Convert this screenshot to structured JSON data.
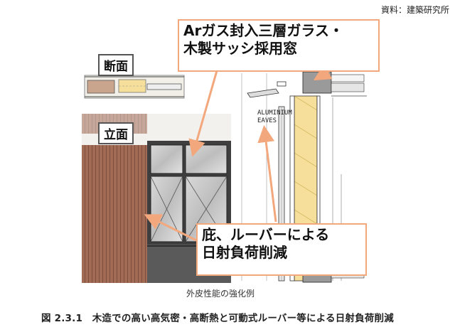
{
  "header": {
    "source": "資料：建築研究所"
  },
  "labels": {
    "section": "断面",
    "elevation": "立面",
    "eaves_line1": "ALUMINIUM",
    "eaves_line2": "EAVES"
  },
  "callouts": {
    "glass_line1": "Arガス封入三層ガラス・",
    "glass_line2": "木製サッシ採用窓",
    "louver_line1": "庇、ルーバーによる",
    "louver_line2": "日射負荷削減"
  },
  "captions": {
    "sub": "外皮性能の強化例",
    "figure": "図 2.3.1　木造での高い高気密・高断熱と可動式ルーバー等による日射負荷削減"
  },
  "colors": {
    "accent": "#f2a77c",
    "wood": "#a26b55",
    "insulation": "#f5df9a"
  }
}
